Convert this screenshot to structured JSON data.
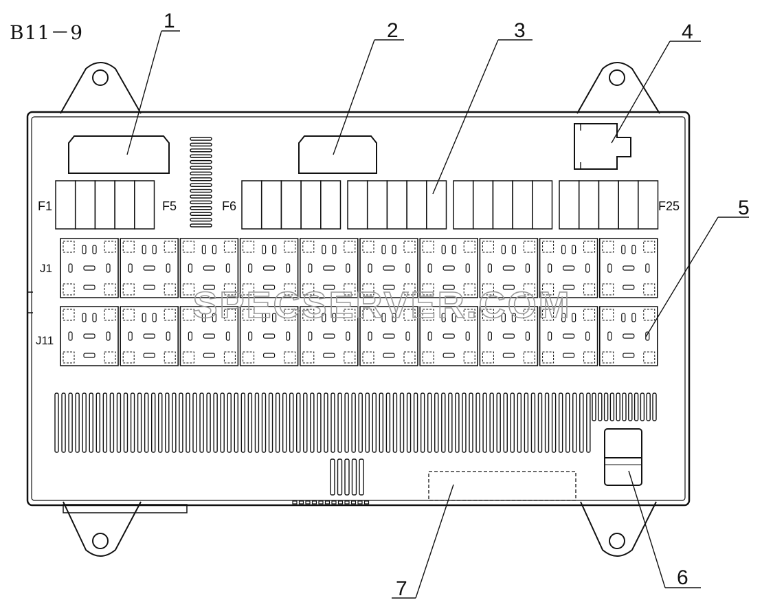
{
  "title": "B11－9",
  "callouts": [
    "1",
    "2",
    "3",
    "4",
    "5",
    "6",
    "7"
  ],
  "fuse_labels": {
    "f1": "F1",
    "f5": "F5",
    "f6": "F6",
    "f25": "F25"
  },
  "relay_labels": {
    "j1": "J1",
    "j11": "J11"
  },
  "watermark": "SPECSERVER.COM",
  "colors": {
    "line": "#111111",
    "watermark": "#9a9a9a",
    "background": "#ffffff"
  }
}
